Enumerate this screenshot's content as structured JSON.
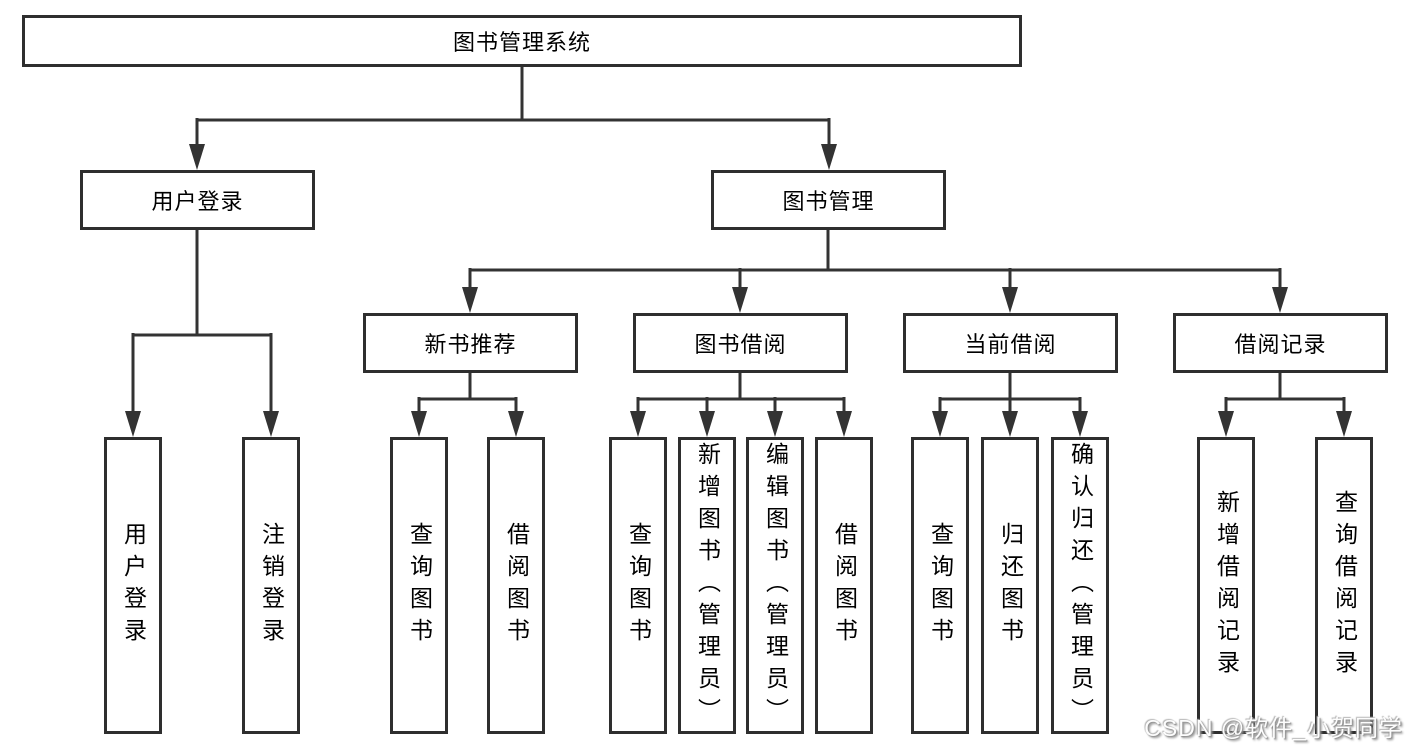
{
  "colors": {
    "background": "#ffffff",
    "line": "#333333",
    "box_border": "#2e2e2e",
    "text": "#000000",
    "watermark_fill": "#fdfdfd",
    "watermark_shadow": "#8f8f8f"
  },
  "watermark": "CSDN @软件_小贺同学",
  "nodes": {
    "root": {
      "label": "图书管理系统"
    },
    "user_login": {
      "label": "用户登录"
    },
    "book_mgmt": {
      "label": "图书管理"
    },
    "new_book_rec": {
      "label": "新书推荐"
    },
    "book_borrow": {
      "label": "图书借阅"
    },
    "current_borrow": {
      "label": "当前借阅"
    },
    "borrow_records": {
      "label": "借阅记录"
    },
    "leaf_user_login": {
      "label": "用户登录"
    },
    "leaf_logout": {
      "label": "注销登录"
    },
    "leaf_rec_query": {
      "label": "查询图书"
    },
    "leaf_rec_borrow": {
      "label": "借阅图书"
    },
    "leaf_bb_query": {
      "label": "查询图书"
    },
    "leaf_bb_add": {
      "label": "新增图书（管理员）"
    },
    "leaf_bb_edit": {
      "label": "编辑图书（管理员）"
    },
    "leaf_bb_borrow": {
      "label": "借阅图书"
    },
    "leaf_cb_query": {
      "label": "查询图书"
    },
    "leaf_cb_return": {
      "label": "归还图书"
    },
    "leaf_cb_confirm": {
      "label": "确认归还（管理员）"
    },
    "leaf_br_add": {
      "label": "新增借阅记录"
    },
    "leaf_br_query": {
      "label": "查询借阅记录"
    }
  },
  "edges": [
    [
      "root",
      "user_login"
    ],
    [
      "root",
      "book_mgmt"
    ],
    [
      "user_login",
      "leaf_user_login"
    ],
    [
      "user_login",
      "leaf_logout"
    ],
    [
      "book_mgmt",
      "new_book_rec"
    ],
    [
      "book_mgmt",
      "book_borrow"
    ],
    [
      "book_mgmt",
      "current_borrow"
    ],
    [
      "book_mgmt",
      "borrow_records"
    ],
    [
      "new_book_rec",
      "leaf_rec_query"
    ],
    [
      "new_book_rec",
      "leaf_rec_borrow"
    ],
    [
      "book_borrow",
      "leaf_bb_query"
    ],
    [
      "book_borrow",
      "leaf_bb_add"
    ],
    [
      "book_borrow",
      "leaf_bb_edit"
    ],
    [
      "book_borrow",
      "leaf_bb_borrow"
    ],
    [
      "current_borrow",
      "leaf_cb_query"
    ],
    [
      "current_borrow",
      "leaf_cb_return"
    ],
    [
      "current_borrow",
      "leaf_cb_confirm"
    ],
    [
      "borrow_records",
      "leaf_br_add"
    ],
    [
      "borrow_records",
      "leaf_br_query"
    ]
  ]
}
